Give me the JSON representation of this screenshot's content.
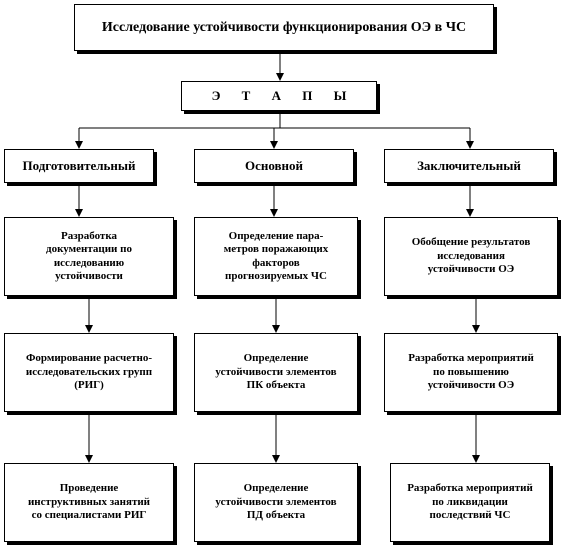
{
  "title": "Исследование устойчивости функционирования ОЭ в ЧС",
  "stages_label": "Э Т А П Ы",
  "columns": [
    {
      "header": "Подготовительный",
      "steps": [
        "Разработка\nдокументации по\nисследованию\nустойчивости",
        "Формирование расчетно-\nисследовательских групп\n(РИГ)",
        "Проведение\nинструктивных занятий\nсо специалистами РИГ"
      ]
    },
    {
      "header": "Основной",
      "steps": [
        "Определение пара-\nметров поражающих\nфакторов\nпрогнозируемых ЧС",
        "Определение\nустойчивости элементов\nПК объекта",
        "Определение\nустойчивости элементов\nПД объекта"
      ]
    },
    {
      "header": "Заключительный",
      "steps": [
        "Обобщение результатов\nисследования\nустойчивости ОЭ",
        "Разработка мероприятий\nпо повышению\nустойчивости ОЭ",
        "Разработка мероприятий\nпо ликвидации\nпоследствий ЧС"
      ]
    }
  ]
}
